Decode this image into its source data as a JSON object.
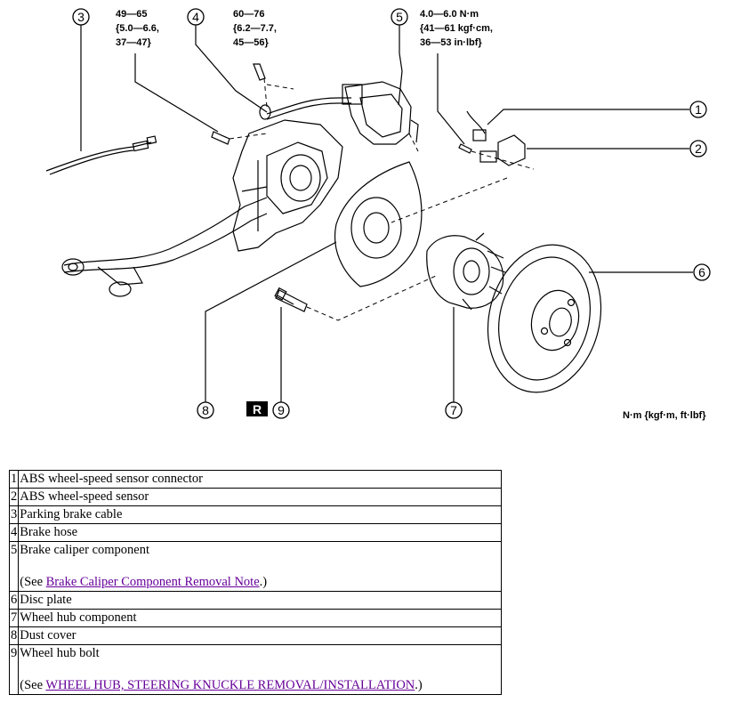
{
  "torque_labels": {
    "t1": {
      "l1": "49—65",
      "l2": "{5.0—6.6,",
      "l3": "37—47}"
    },
    "t2": {
      "l1": "60—76",
      "l2": "{6.2—7.7,",
      "l3": "45—56}"
    },
    "t3": {
      "l1": "4.0—6.0 N·m",
      "l2": "{41—61 kgf·cm,",
      "l3": "36—53 in·lbf}"
    }
  },
  "units_label": "N·m {kgf·m, ft·lbf}",
  "r_marker": "R",
  "callouts": [
    "1",
    "2",
    "3",
    "4",
    "5",
    "6",
    "7",
    "8",
    "9"
  ],
  "legend": [
    {
      "num": "1",
      "text": "ABS wheel-speed sensor connector"
    },
    {
      "num": "2",
      "text": "ABS wheel-speed sensor"
    },
    {
      "num": "3",
      "text": "Parking brake cable"
    },
    {
      "num": "4",
      "text": "Brake hose"
    },
    {
      "num": "5",
      "text": "Brake caliper component",
      "note_prefix": "(See ",
      "link": "Brake Caliper Component Removal Note",
      "note_suffix": ".)"
    },
    {
      "num": "6",
      "text": "Disc plate"
    },
    {
      "num": "7",
      "text": "Wheel hub component"
    },
    {
      "num": "8",
      "text": "Dust cover"
    },
    {
      "num": "9",
      "text": "Wheel hub bolt",
      "note_prefix": "(See ",
      "link": "WHEEL HUB, STEERING KNUCKLE REMOVAL/INSTALLATION",
      "note_suffix": ".)"
    }
  ]
}
